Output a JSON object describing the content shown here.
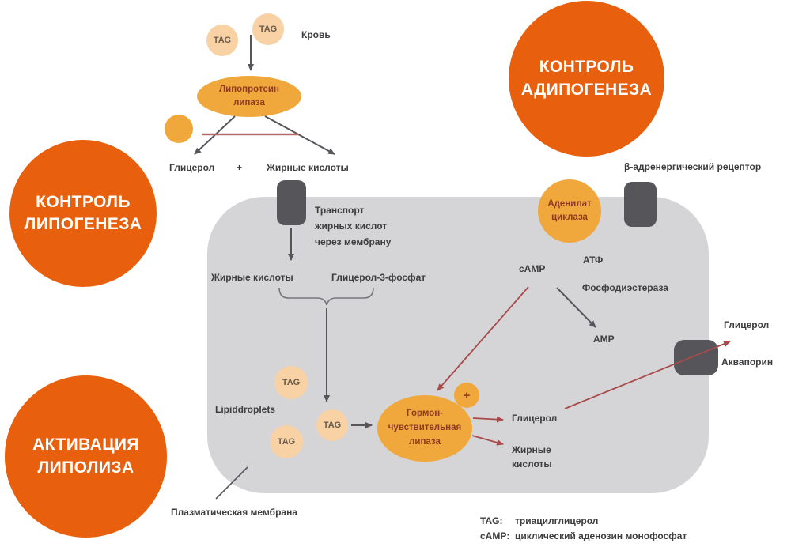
{
  "colors": {
    "orange_badge": "#E8600E",
    "amber": "#F0A83C",
    "peach": "#F8D1A5",
    "cell_gray": "#D5D5D7",
    "protein_gray": "#55555A",
    "label_text": "#3D3D3F",
    "enzyme_text": "#8D3A20",
    "red_arrow": "#A84A4A"
  },
  "badges": {
    "lipogenesis": {
      "line1": "КОНТРОЛЬ",
      "line2": "ЛИПОГЕНЕЗА"
    },
    "adipogenesis": {
      "line1": "КОНТРОЛЬ",
      "line2": "АДИПОГЕНЕЗА"
    },
    "lipolysis": {
      "line1": "АКТИВАЦИЯ",
      "line2": "ЛИПОЛИЗА"
    }
  },
  "blood": {
    "tag": "TAG",
    "label": "Кровь",
    "lpl": {
      "line1": "Липопротеин",
      "line2": "липаза"
    },
    "glycerol": "Глицерол",
    "plus": "+",
    "fatty_acids": "Жирные кислоты"
  },
  "membrane": {
    "receptor": "β-адренергический рецептор",
    "transport": {
      "line1": "Транспорт",
      "line2": "жирных кислот",
      "line3": "через мембрану"
    },
    "glycerol_out": "Глицерол",
    "aquaporin": "Аквапорин",
    "plasma": "Плазматическая мембрана"
  },
  "cell": {
    "fatty_acids": "Жирные кислоты",
    "g3p": "Глицерол-3-фосфат",
    "lipid_droplets": "Lipiddroplets",
    "tag": "TAG",
    "hsl": {
      "line1": "Гормон-",
      "line2": "чувствительная",
      "line3": "липаза"
    },
    "plus": "+",
    "adenylate": {
      "line1": "Аденилат",
      "line2": "циклаза"
    },
    "atp": "АТФ",
    "camp": "cAMP",
    "pde": "Фосфодиэстераза",
    "amp": "AMP",
    "glycerol": "Глицерол",
    "fatty_acids_out": {
      "line1": "Жирные",
      "line2": "кислоты"
    }
  },
  "legend": {
    "rows": [
      {
        "key": "TAG:",
        "value": "триацилглицерол"
      },
      {
        "key": "cAMP:",
        "value": "циклический аденозин монофосфат"
      }
    ]
  }
}
